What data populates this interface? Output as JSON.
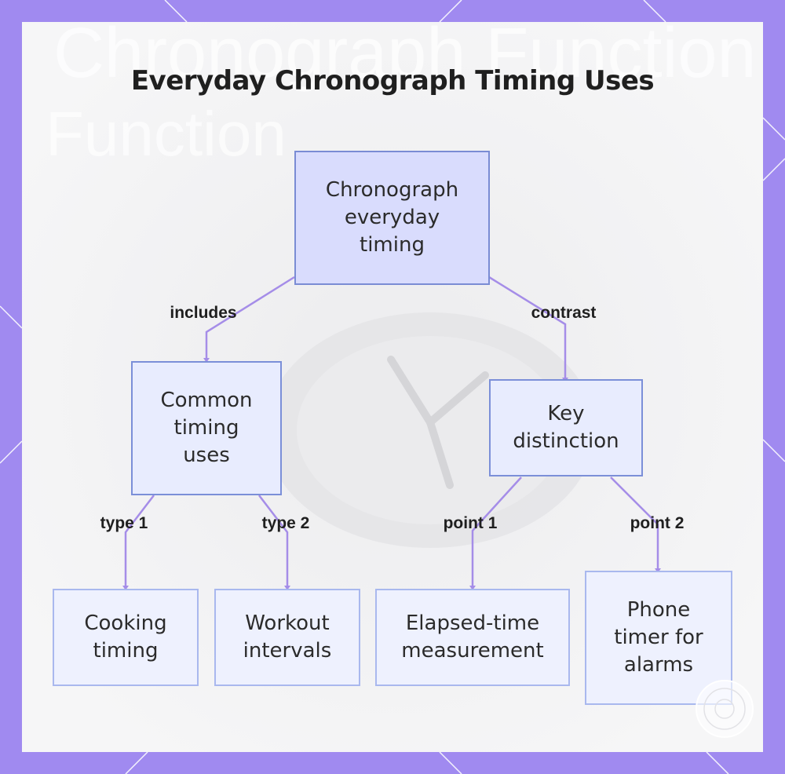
{
  "title": "Everyday Chronograph Timing Uses",
  "nodes": {
    "root": "Chronograph\neveryday\ntiming",
    "common": "Common\ntiming\nuses",
    "key": "Key\ndistinction",
    "cooking": "Cooking\ntiming",
    "workout": "Workout\nintervals",
    "elapsed": "Elapsed-time\nmeasurement",
    "phone": "Phone\ntimer for\nalarms"
  },
  "edges": {
    "includes": "includes",
    "contrast": "contrast",
    "type1": "type 1",
    "type2": "type 2",
    "point1": "point 1",
    "point2": "point 2"
  },
  "colors": {
    "frame": "#a08af0",
    "edge": "#a58de8",
    "node_border": "#7b8fd8",
    "root_fill": "#d9dcfd",
    "node_fill": "#e8ecfe"
  },
  "watermark_text": "Chronograph Function"
}
